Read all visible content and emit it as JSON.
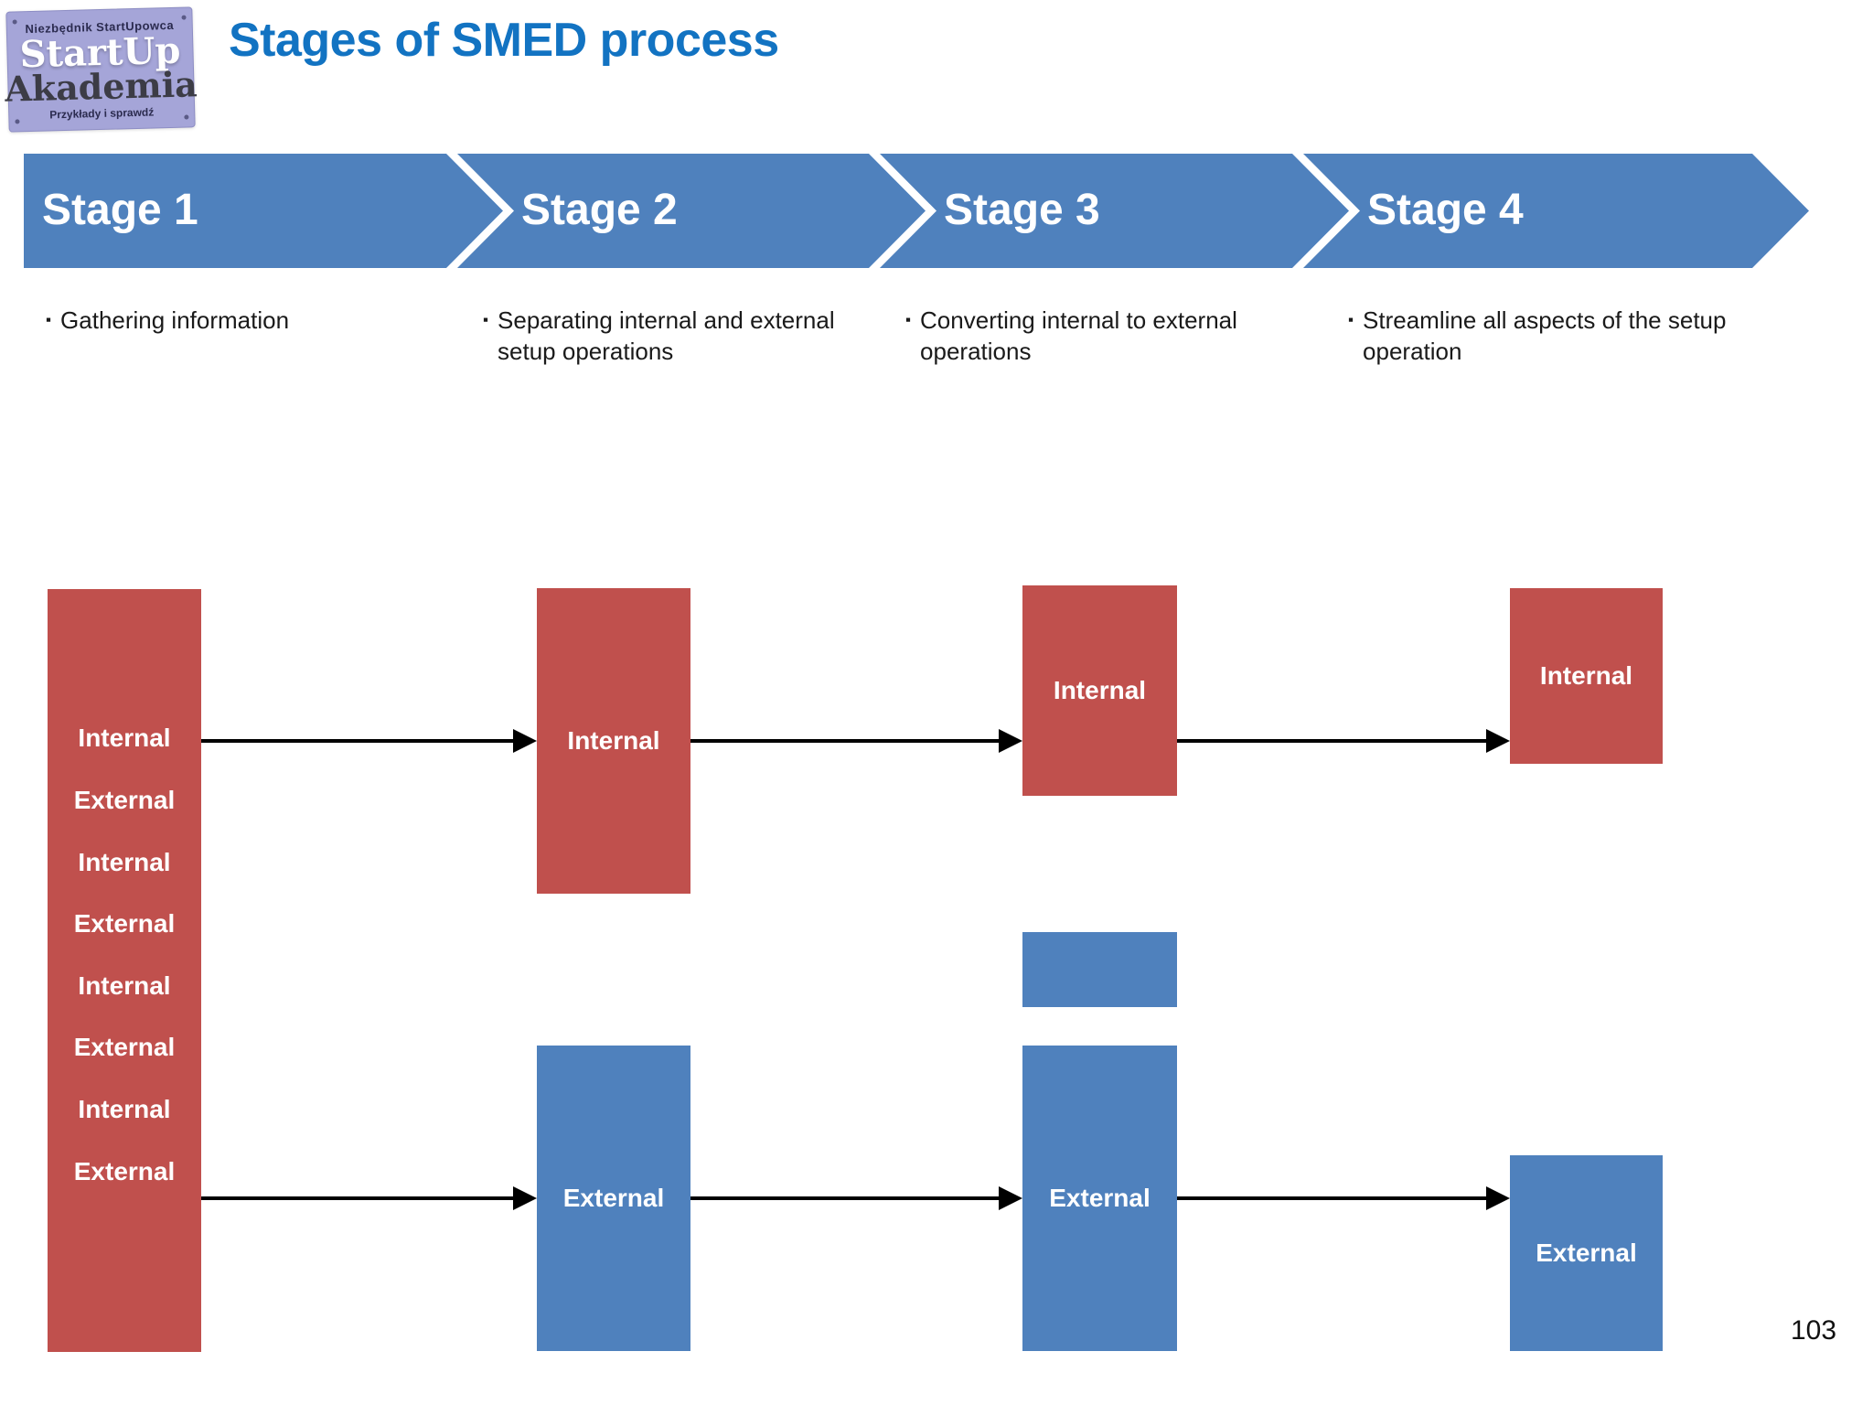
{
  "title": "Stages of SMED process",
  "logo": {
    "top_text": "Niezbędnik StartUpowca",
    "name_line1": "StartUp",
    "name_line2": "Akademia",
    "bottom_text": "Przykłady i sprawdź"
  },
  "stages": [
    {
      "label": "Stage 1",
      "bullet": "Gathering information"
    },
    {
      "label": "Stage 2",
      "bullet": "Separating internal and external\nsetup operations"
    },
    {
      "label": "Stage 3",
      "bullet": "Converting internal to external\noperations"
    },
    {
      "label": "Stage 4",
      "bullet": "Streamline all aspects of the setup\noperation"
    }
  ],
  "diagram": {
    "column1": {
      "labels": [
        "Internal",
        "External",
        "Internal",
        "External",
        "Internal",
        "External",
        "Internal",
        "External"
      ]
    },
    "column2": {
      "internal_label": "Internal",
      "external_label": "External"
    },
    "column3": {
      "internal_label": "Internal",
      "external_label": "External"
    },
    "column4": {
      "internal_label": "Internal",
      "external_label": "External"
    }
  },
  "colors": {
    "internal_red": "#c0504d",
    "external_blue": "#4f81bd",
    "banner_blue": "#4f81bd",
    "title_blue": "#1273c2",
    "arrow_black": "#000000",
    "logo_background": "#a5a5d8"
  },
  "page": {
    "number": "103"
  }
}
